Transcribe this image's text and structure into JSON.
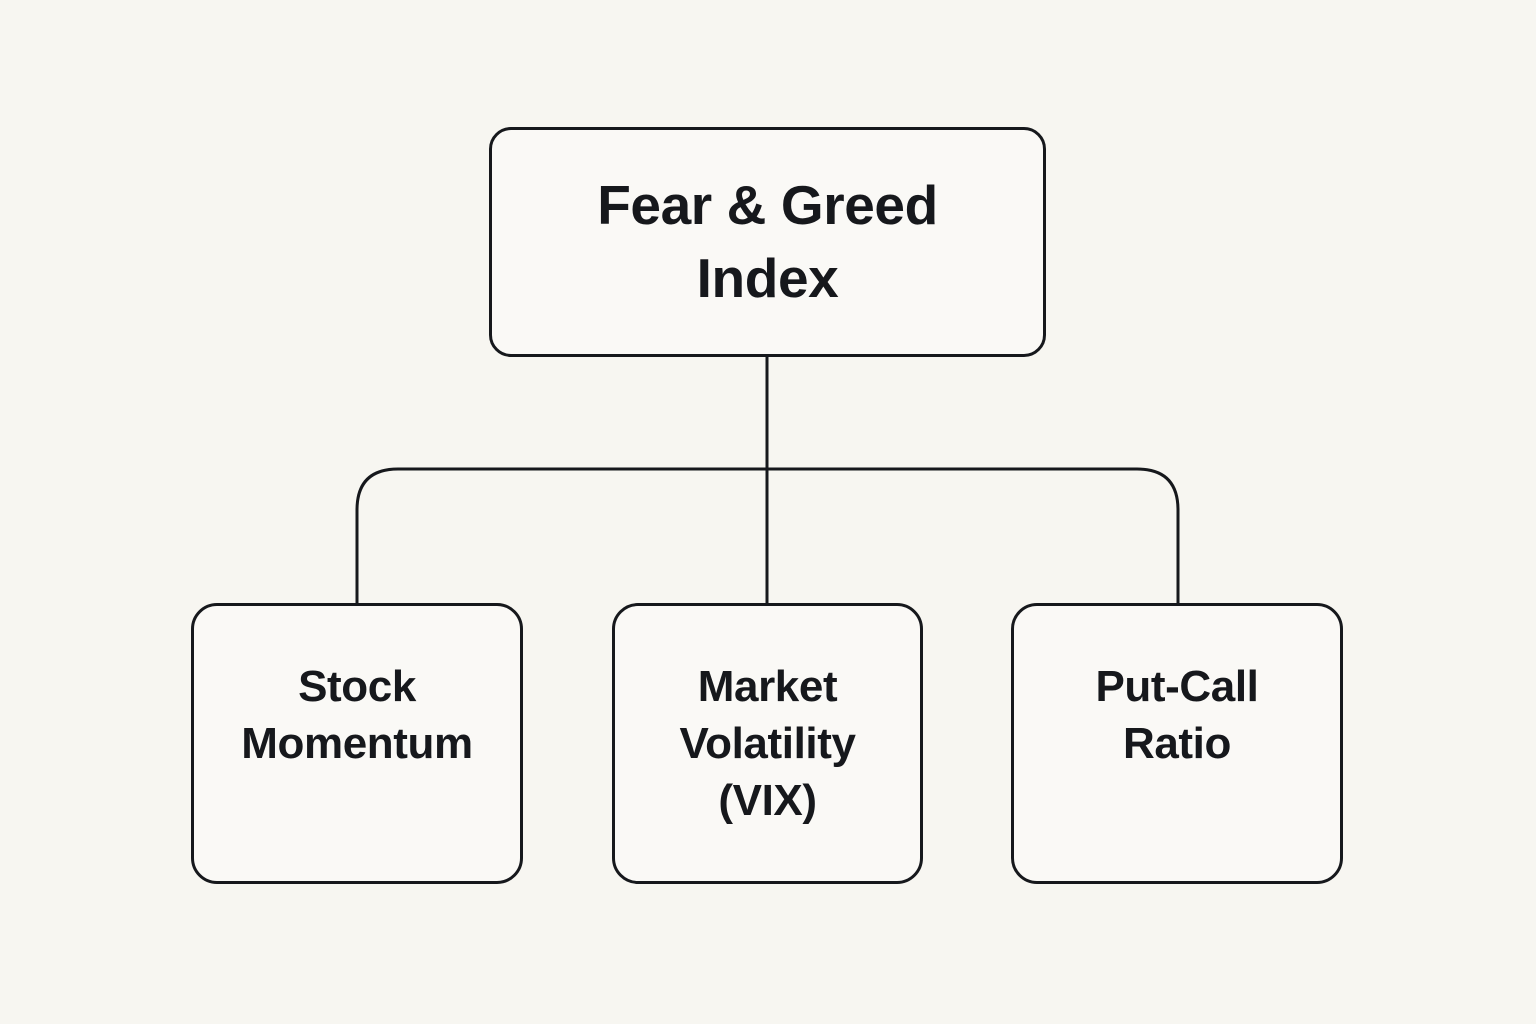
{
  "diagram": {
    "type": "tree",
    "orientation": "top-down",
    "background_color": "#f7f6f1",
    "node_fill_color": "#faf9f6",
    "stroke_color": "#16181c",
    "root": {
      "label": "Fear & Greed\nIndex"
    },
    "children": [
      {
        "label": "Stock\nMomentum"
      },
      {
        "label": "Market\nVolatility\n(VIX)"
      },
      {
        "label": "Put-Call\nRatio"
      }
    ],
    "edges": [
      {
        "from": "Fear & Greed Index",
        "to": "Stock Momentum"
      },
      {
        "from": "Fear & Greed Index",
        "to": "Market Volatility (VIX)"
      },
      {
        "from": "Fear & Greed Index",
        "to": "Put-Call Ratio"
      }
    ]
  }
}
